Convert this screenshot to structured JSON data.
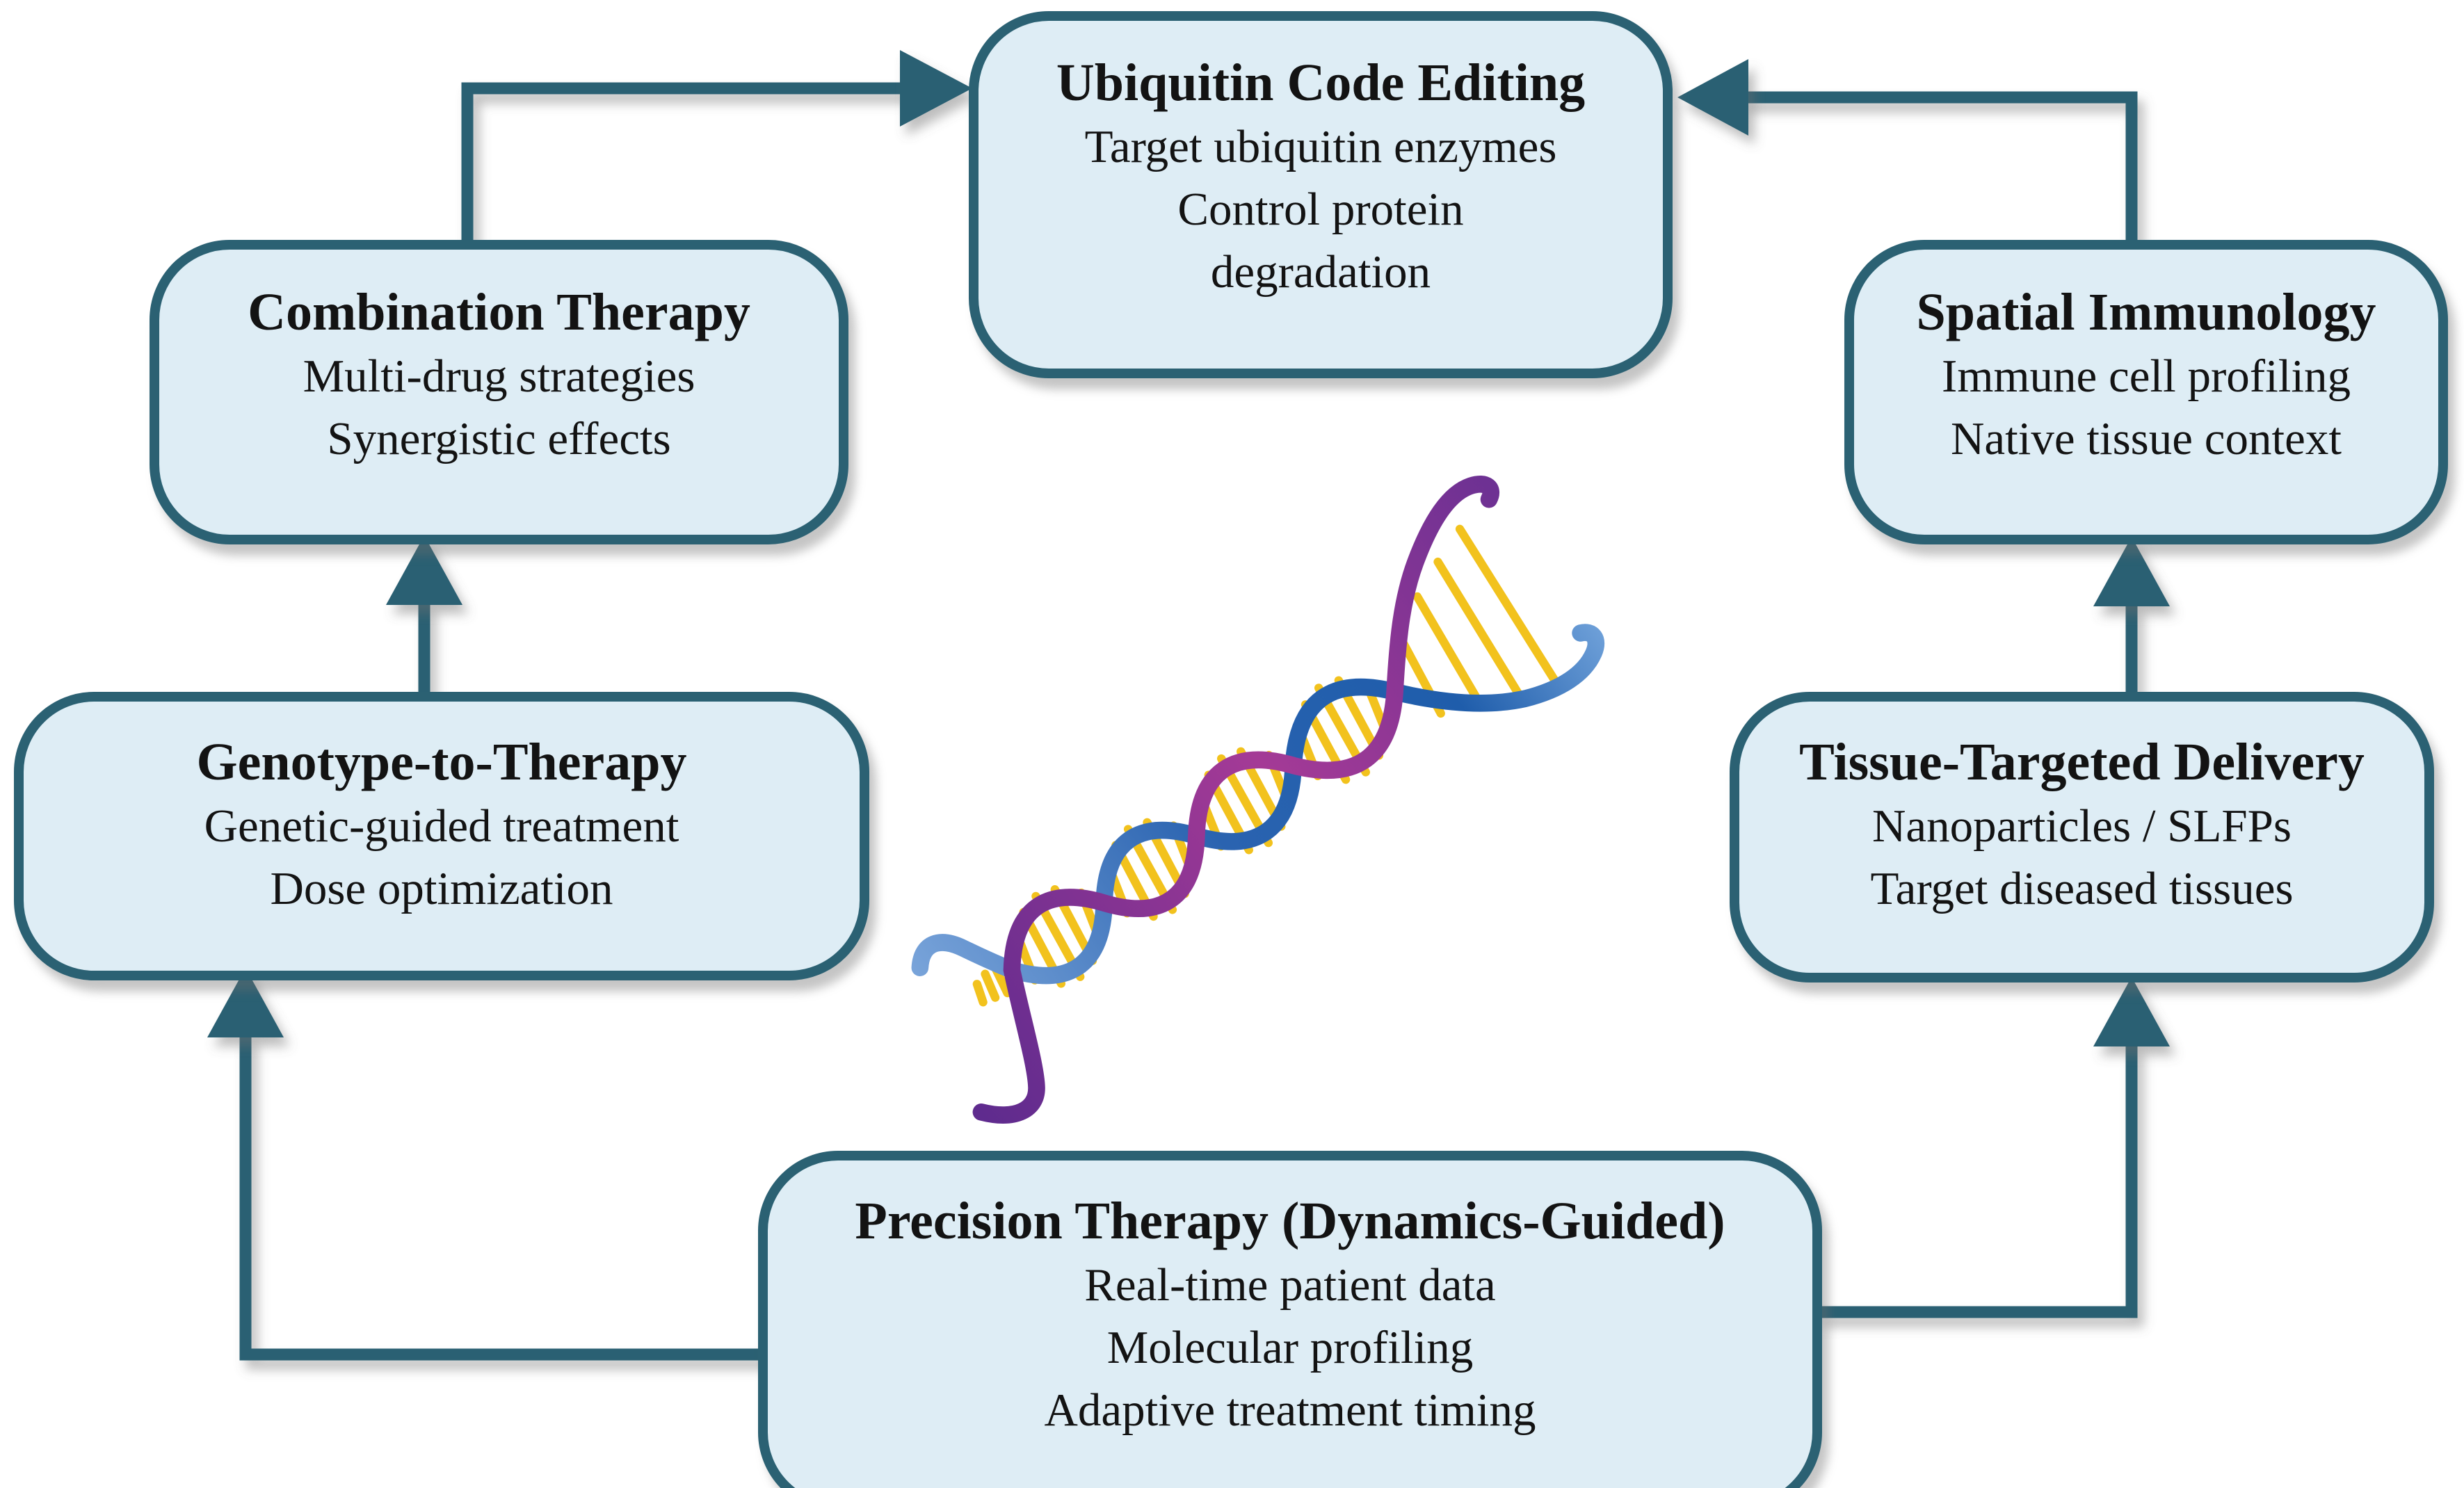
{
  "boxes": {
    "ubiquitin": {
      "title": "Ubiquitin Code Editing",
      "line1": "Target ubiquitin enzymes",
      "line2": "Control protein",
      "line3": "degradation"
    },
    "combination": {
      "title": "Combination Therapy",
      "line1": "Multi-drug strategies",
      "line2": "Synergistic effects"
    },
    "spatial": {
      "title": "Spatial Immunology",
      "line1": "Immune cell profiling",
      "line2": "Native tissue context"
    },
    "genotype": {
      "title": "Genotype-to-Therapy",
      "line1": "Genetic-guided treatment",
      "line2": "Dose optimization"
    },
    "tissue": {
      "title": "Tissue-Targeted Delivery",
      "line1": "Nanoparticles / SLFPs",
      "line2": "Target diseased tissues"
    },
    "precision": {
      "title": "Precision Therapy (Dynamics-Guided)",
      "line1": "Real-time patient data",
      "line2": "Molecular profiling",
      "line3": "Adaptive treatment timing"
    }
  },
  "connectors": [
    {
      "from": "Combination Therapy",
      "to": "Ubiquitin Code Editing",
      "shape": "elbow-up-right",
      "arrowhead": "right"
    },
    {
      "from": "Spatial Immunology",
      "to": "Ubiquitin Code Editing",
      "shape": "elbow-up-left",
      "arrowhead": "left"
    },
    {
      "from": "Genotype-to-Therapy",
      "to": "Combination Therapy",
      "shape": "straight-up",
      "arrowhead": "up"
    },
    {
      "from": "Tissue-Targeted Delivery",
      "to": "Spatial Immunology",
      "shape": "straight-up",
      "arrowhead": "up"
    },
    {
      "from": "Precision Therapy (Dynamics-Guided)",
      "to": "Genotype-to-Therapy",
      "shape": "elbow-left-up",
      "arrowhead": "up"
    },
    {
      "from": "Precision Therapy (Dynamics-Guided)",
      "to": "Tissue-Targeted Delivery",
      "shape": "elbow-right-up",
      "arrowhead": "up"
    }
  ],
  "center_graphic": "dna-double-helix",
  "colors": {
    "box_fill": "#deedf5",
    "box_border": "#2b6173",
    "arrow": "#2b6173",
    "text": "#131313",
    "background": "#ffffff",
    "dna_purple_dark": "#5f2b8e",
    "dna_magenta": "#b33c98",
    "dna_blue_dark": "#1f5dab",
    "dna_blue_light": "#7fa9dd",
    "dna_rung_yellow": "#f2c21d"
  }
}
